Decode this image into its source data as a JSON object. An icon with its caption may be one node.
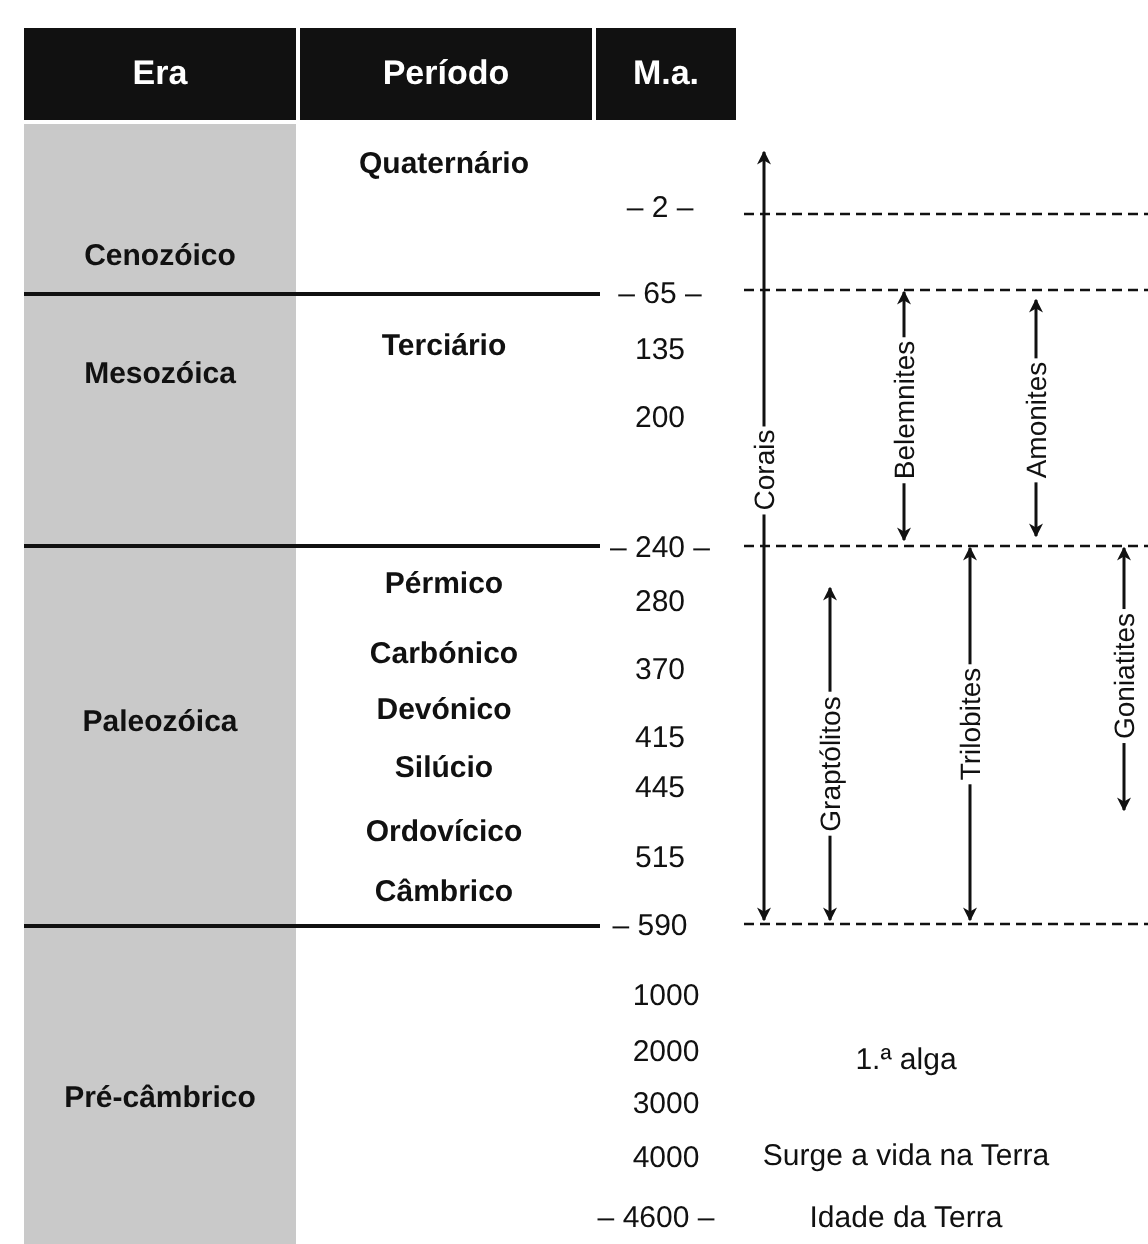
{
  "diagram": {
    "labels": [
      "Era",
      "Período",
      "M.a.",
      "Quaternário",
      "– 2 –",
      "Cenozóico",
      "– 65 –",
      "Mesozóica",
      "Terciário",
      "135",
      "200",
      "– 240 –",
      "Pérmico",
      "280",
      "Carbónico",
      "370",
      "Paleozóica",
      "Devónico",
      "415",
      "Silúcio",
      "445",
      "Ordovícico",
      "515",
      "Câmbrico",
      "– 590",
      "1000",
      "2000",
      "1.ª alga",
      "Pré-câmbrico",
      "3000",
      "4000",
      "Surge a vida na Terra",
      "– 4600 –",
      "Idade da Terra",
      "Corais",
      "Belemnites",
      "Amonites",
      "Graptólitos",
      "Trilobites",
      "Goniatites"
    ]
  }
}
